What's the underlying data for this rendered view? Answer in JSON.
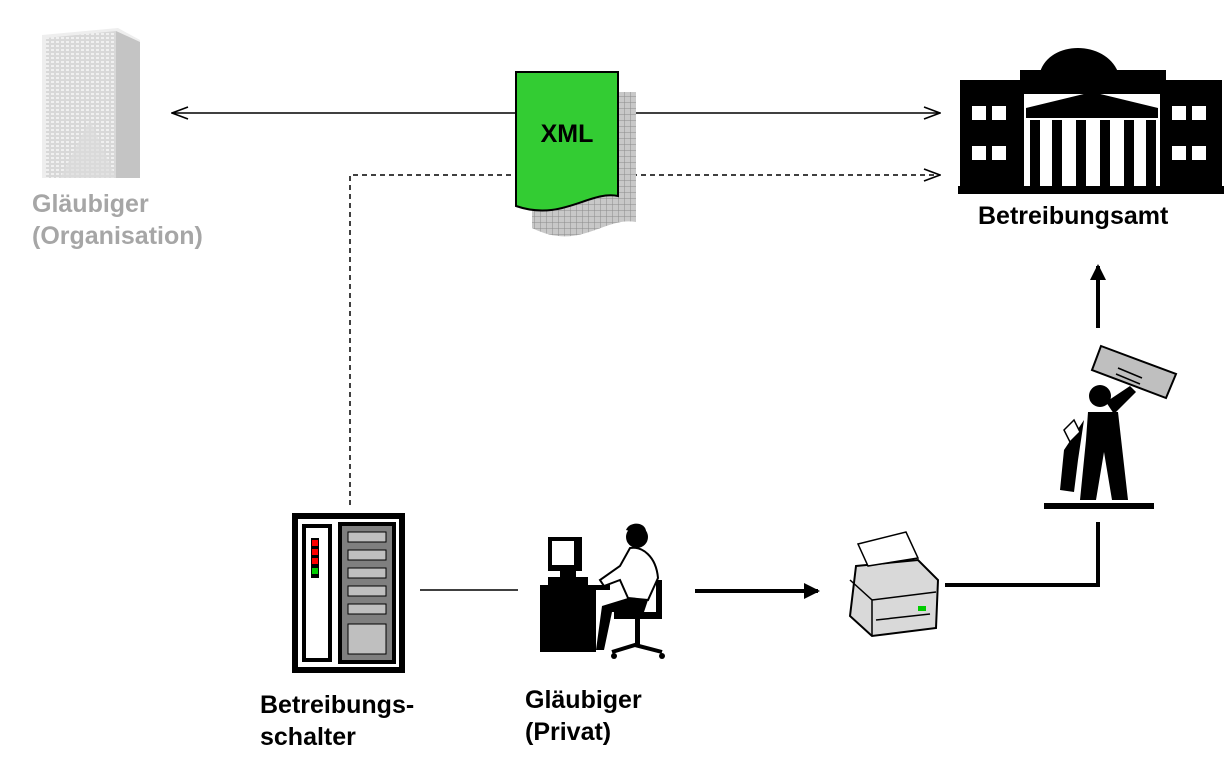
{
  "doc_label": "XML",
  "labels": {
    "org_creditor": [
      "Gläubiger",
      "(Organisation)"
    ],
    "office": "Betreibungsamt",
    "counter": [
      "Betreibungs-",
      "schalter"
    ],
    "private_creditor": [
      "Gläubiger",
      "(Privat)"
    ]
  },
  "colors": {
    "xml_doc": "#33cc33",
    "org_grey": "#a6a6a6",
    "ink": "#000000"
  },
  "icons": {
    "org": "office-tower-icon",
    "office": "government-building-icon",
    "counter": "server-rack-icon",
    "private": "person-at-computer-icon",
    "printer": "printer-icon",
    "mail": "person-with-envelope-icon",
    "document": "xml-document-icon"
  }
}
